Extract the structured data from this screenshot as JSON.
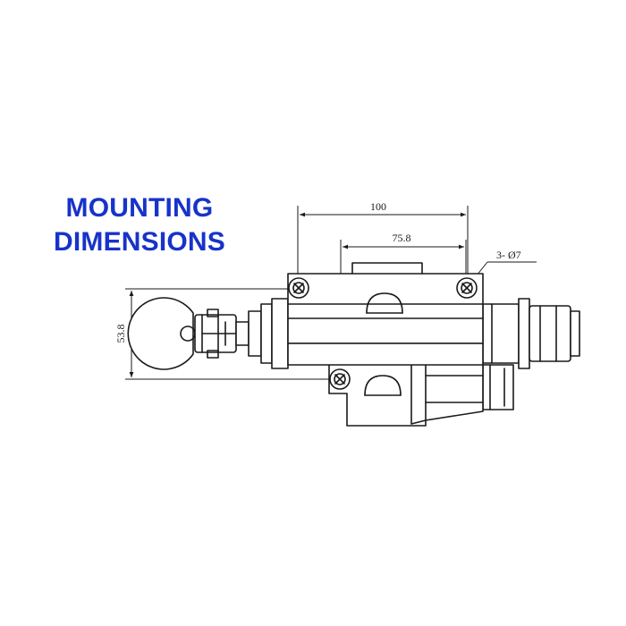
{
  "title": {
    "line1": "MOUNTING",
    "line2": "DIMENSIONS",
    "color": "#1733c9"
  },
  "dimensions": {
    "overall_hole_spacing": "100",
    "inner_hole_spacing": "75.8",
    "height": "53.8",
    "hole_callout": "3- Ø7"
  }
}
